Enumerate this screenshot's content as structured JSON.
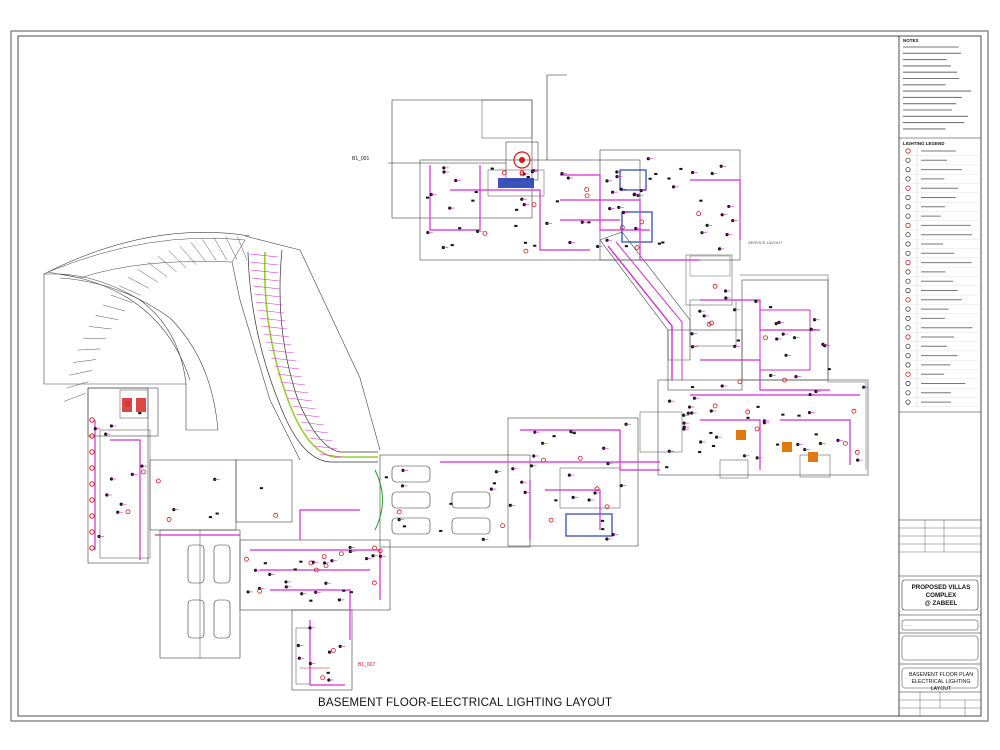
{
  "drawing": {
    "title": "BASEMENT FLOOR-ELECTRICAL LIGHTING LAYOUT",
    "section_tag_1": "B1_001",
    "section_tag_2": "B1_007",
    "label_service_area": "SERVICE LAYOUT"
  },
  "title_block": {
    "notes_heading": "NOTES",
    "legend_heading": "LIGHTING LEGEND",
    "project_line1": "PROPOSED VILLAS COMPLEX",
    "project_line2": "@ ZABEEL",
    "sheet_title_line1": "BASEMENT FLOOR PLAN",
    "sheet_title_line2": "ELECTRICAL LIGHTING LAYOUT"
  },
  "colors": {
    "wiring": "#d12fd1",
    "fixture_red": "#d21919",
    "lines": "#333333",
    "blue_box": "#2440b0",
    "ramp_green": "#9acd32",
    "orange": "#e07a10"
  }
}
